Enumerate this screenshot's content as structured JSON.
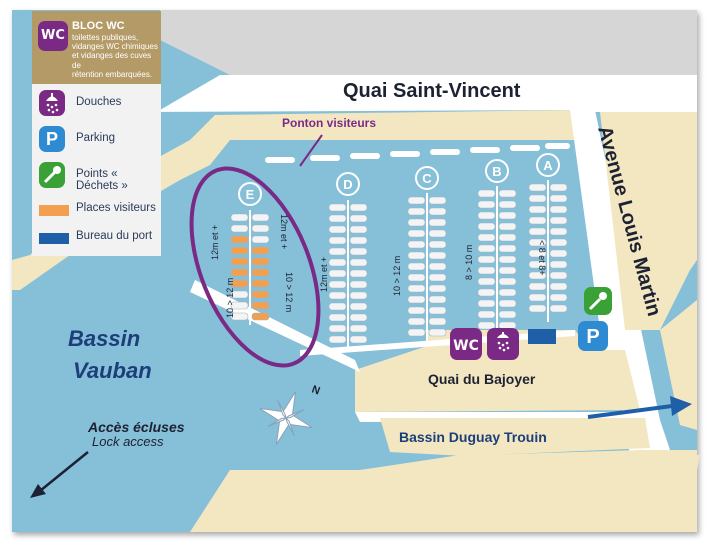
{
  "legend": {
    "wc_block": {
      "badge": "WC",
      "title": "BLOC WC",
      "lines": [
        "toilettes publiques,",
        "vidanges WC chimiques",
        "et vidanges des cuves de",
        "rétention embarquées."
      ]
    },
    "items": [
      {
        "label": "Douches",
        "icon": "shower-icon"
      },
      {
        "label": "Parking",
        "icon": "parking-icon"
      },
      {
        "label": "Points « Déchets »",
        "icon": "waste-icon"
      },
      {
        "label": "Places visiteurs",
        "icon": "visitor-swatch"
      },
      {
        "label": "Bureau du port",
        "icon": "harbour-office-swatch"
      }
    ]
  },
  "streets": {
    "quai_saint_vincent": "Quai Saint-Vincent",
    "avenue": "Avenue Louis Martin",
    "quai_bajoyer": "Quai du Bajoyer"
  },
  "water": {
    "bassin_vauban_1": "Bassin",
    "bassin_vauban_2": "Vauban",
    "bassin_duguay": "Bassin Duguay Trouin"
  },
  "access": {
    "fr": "Accès écluses",
    "en": "Lock access"
  },
  "ponton_visiteurs": "Ponton visiteurs",
  "pontoons": [
    {
      "letter": "E",
      "left_label": "12m et +",
      "right_label": "12m et +",
      "left_label2": "10 > 12 m",
      "right_label2": "10 > 12 m"
    },
    {
      "letter": "D",
      "label": "12m et +"
    },
    {
      "letter": "C",
      "label": "10 > 12 m"
    },
    {
      "letter": "B",
      "label": "8 > 10 m"
    },
    {
      "letter": "A",
      "label": "< 8 et 8+"
    }
  ],
  "compass": "N",
  "badges": {
    "wc": "WC",
    "parking": "P"
  },
  "colors": {
    "water": "#86bfd8",
    "quay": "#f3e7c2",
    "road": "#ffffff",
    "visitor": "#f2a04f",
    "office": "#1f5fa8",
    "purple": "#7a2a85",
    "green": "#3aa136",
    "blue_badge": "#2e8ad1",
    "text_dark": "#1d2233",
    "text_blue": "#1c3f7a"
  }
}
